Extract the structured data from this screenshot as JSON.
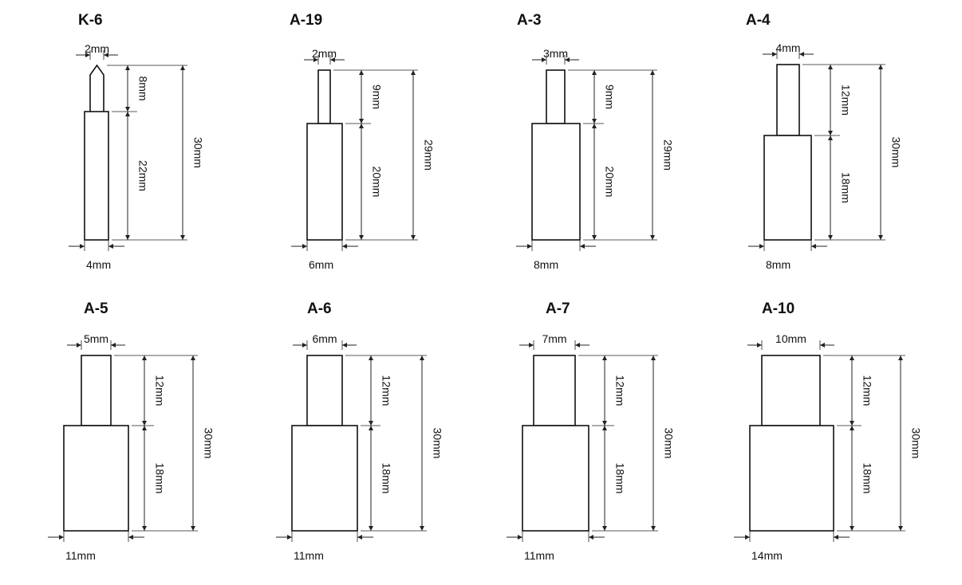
{
  "pins": [
    {
      "id": "k6",
      "title": "K-6",
      "tip": "pointed",
      "tip_width_label": "2mm",
      "base_width_label": "4mm",
      "tip_length_label": "8mm",
      "base_length_label": "22mm",
      "total_length_label": "30mm"
    },
    {
      "id": "a19",
      "title": "A-19",
      "tip": "flat",
      "tip_width_label": "2mm",
      "base_width_label": "6mm",
      "tip_length_label": "9mm",
      "base_length_label": "20mm",
      "total_length_label": "29mm"
    },
    {
      "id": "a3",
      "title": "A-3",
      "tip": "flat",
      "tip_width_label": "3mm",
      "base_width_label": "8mm",
      "tip_length_label": "9mm",
      "base_length_label": "20mm",
      "total_length_label": "29mm"
    },
    {
      "id": "a4",
      "title": "A-4",
      "tip": "flat",
      "tip_width_label": "4mm",
      "base_width_label": "8mm",
      "tip_length_label": "12mm",
      "base_length_label": "18mm",
      "total_length_label": "30mm"
    },
    {
      "id": "a5",
      "title": "A-5",
      "tip": "flat",
      "tip_width_label": "5mm",
      "base_width_label": "11mm",
      "tip_length_label": "12mm",
      "base_length_label": "18mm",
      "total_length_label": "30mm"
    },
    {
      "id": "a6",
      "title": "A-6",
      "tip": "flat",
      "tip_width_label": "6mm",
      "base_width_label": "11mm",
      "tip_length_label": "12mm",
      "base_length_label": "18mm",
      "total_length_label": "30mm"
    },
    {
      "id": "a7",
      "title": "A-7",
      "tip": "flat",
      "tip_width_label": "7mm",
      "base_width_label": "11mm",
      "tip_length_label": "12mm",
      "base_length_label": "18mm",
      "total_length_label": "30mm"
    },
    {
      "id": "a10",
      "title": "A-10",
      "tip": "flat",
      "tip_width_label": "10mm",
      "base_width_label": "14mm",
      "tip_length_label": "12mm",
      "base_length_label": "18mm",
      "total_length_label": "30mm"
    }
  ],
  "colors": {
    "line": "#111111",
    "background": "#ffffff"
  }
}
